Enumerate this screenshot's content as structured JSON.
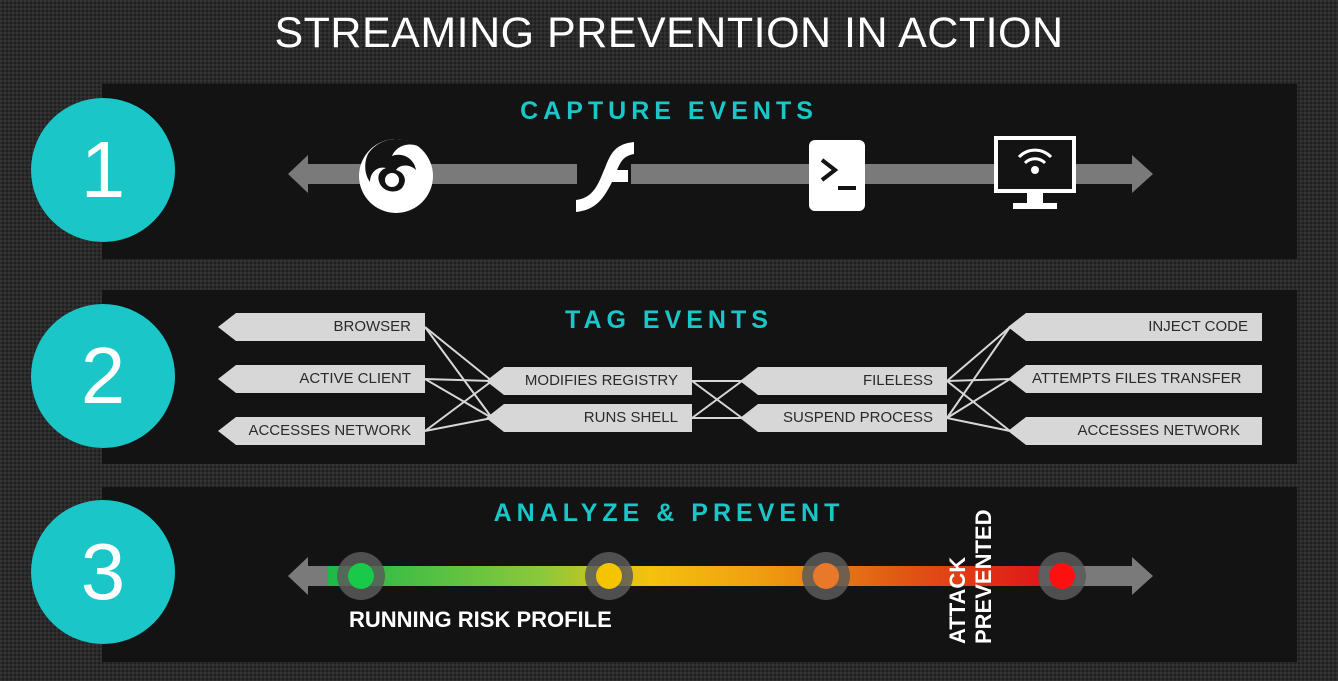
{
  "title": "STREAMING PREVENTION IN ACTION",
  "steps": [
    {
      "number": "1",
      "title": "CAPTURE EVENTS"
    },
    {
      "number": "2",
      "title": "TAG EVENTS"
    },
    {
      "number": "3",
      "title": "ANALYZE & PREVENT"
    }
  ],
  "capture_icons": [
    "firefox-icon",
    "flash-icon",
    "terminal-icon",
    "network-monitor-icon"
  ],
  "tags": {
    "left": [
      "BROWSER",
      "ACTIVE CLIENT",
      "ACCESSES NETWORK"
    ],
    "center_left": [
      "MODIFIES REGISTRY",
      "RUNS SHELL"
    ],
    "center_right": [
      "FILELESS",
      "SUSPEND PROCESS"
    ],
    "right": [
      "INJECT CODE",
      "ATTEMPTS FILES TRANSFER",
      "ACCESSES NETWORK"
    ]
  },
  "risk": {
    "label": "RUNNING RISK PROFILE",
    "attack_line1": "ATTACK",
    "attack_line2": "PREVENTED",
    "dot_colors": [
      "#19c94a",
      "#f5c400",
      "#e8782a",
      "#ff1010"
    ]
  },
  "colors": {
    "accent": "#1ac6c8",
    "panel": "#131313",
    "arrow": "#7a7a7a",
    "tag": "#d7d7d7"
  }
}
